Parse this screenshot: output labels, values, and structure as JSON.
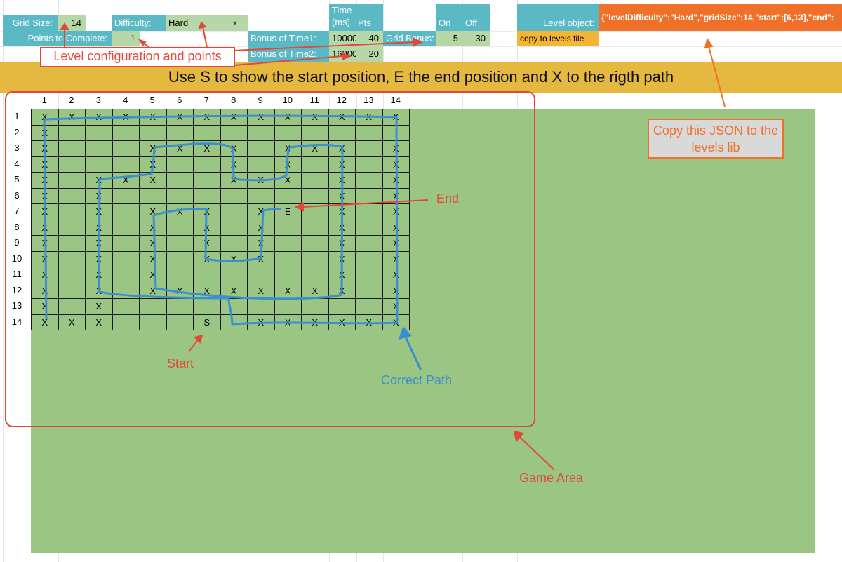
{
  "config": {
    "grid_size_label": "Grid Size:",
    "grid_size_value": "14",
    "difficulty_label": "Difficulty:",
    "difficulty_value": "Hard",
    "points_label": "Points to Complete:",
    "points_value": "1",
    "time_header_line1": "Time",
    "time_header_line2": "(ms)",
    "pts_header": "Pts",
    "bonus1_label": "Bonus of Time1:",
    "bonus1_time": "10000",
    "bonus1_pts": "40",
    "bonus2_label": "Bonus of Time2:",
    "bonus2_time": "16000",
    "bonus2_pts": "20",
    "grid_bonus_label": "Grid Bonus:",
    "on_label": "On",
    "off_label": "Off",
    "grid_bonus_on": "-5",
    "grid_bonus_off": "30",
    "level_object_label": "Level object:",
    "level_object_json": "{\"levelDifficulty\":\"Hard\",\"gridSize\":14,\"start\":[6,13],\"end\":",
    "copy_button": "copy to levels file"
  },
  "banner": "Use S to show the start position, E the end position and X to the rigth path",
  "grid": {
    "columns": [
      "1",
      "2",
      "3",
      "4",
      "5",
      "6",
      "7",
      "8",
      "9",
      "10",
      "11",
      "12",
      "13",
      "14"
    ],
    "rows": [
      "1",
      "2",
      "3",
      "4",
      "5",
      "6",
      "7",
      "8",
      "9",
      "10",
      "11",
      "12",
      "13",
      "14"
    ],
    "cells": [
      "XXXXXXXXXXXXXX",
      "X.............",
      "X...XXXX.XXX.X",
      "X...X..X.X.X.X",
      "X.XXX..XXX.X.X",
      "X.X........X.X",
      "X.X.XXX.XE.X.X",
      "X.X.X.X.X..X.X",
      "X.X.X.X.X..X.X",
      "X.X.X.XXX..X.X",
      "X.X.X......X.X",
      "X.X.XXXXXXXX.X",
      "X.X..........X",
      "XXX...S.XXXXXX"
    ]
  },
  "annotations": {
    "level_config": "Level configuration and points",
    "end": "End",
    "start": "Start",
    "correct_path": "Correct Path",
    "game_area": "Game Area",
    "copy_json": "Copy this JSON to the levels lib"
  },
  "colors": {
    "header_teal": "#5ab9c4",
    "value_green": "#b6d7a8",
    "game_area_green": "#9bc583",
    "banner_gold": "#e5b840",
    "json_orange": "#f06f29",
    "annotation_red": "#e2483a",
    "path_blue": "#3a8fd0"
  }
}
